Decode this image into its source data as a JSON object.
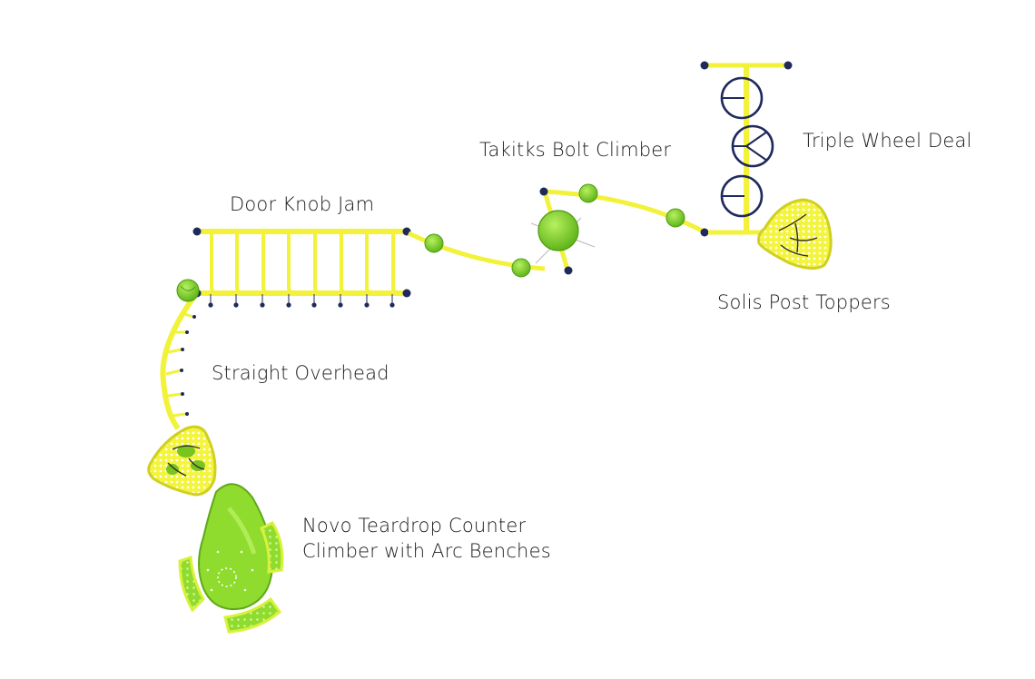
{
  "labels": {
    "door_knob_jam": "Door Knob Jam",
    "takitks_bolt_climber": "Takitks Bolt Climber",
    "triple_wheel_deal": "Triple Wheel Deal",
    "solis_post_toppers": "Solis Post Toppers",
    "straight_overhead": "Straight Overhead",
    "novo_line1": "Novo Teardrop Counter",
    "novo_line2": "Climber with Arc Benches"
  },
  "colors": {
    "bar_yellow": "#f2f23a",
    "bar_outline": "#c9c91e",
    "green": "#7ed321",
    "green_light": "#a6e64a",
    "navy": "#1f2a5c",
    "label_text": "#1a1a1a"
  }
}
